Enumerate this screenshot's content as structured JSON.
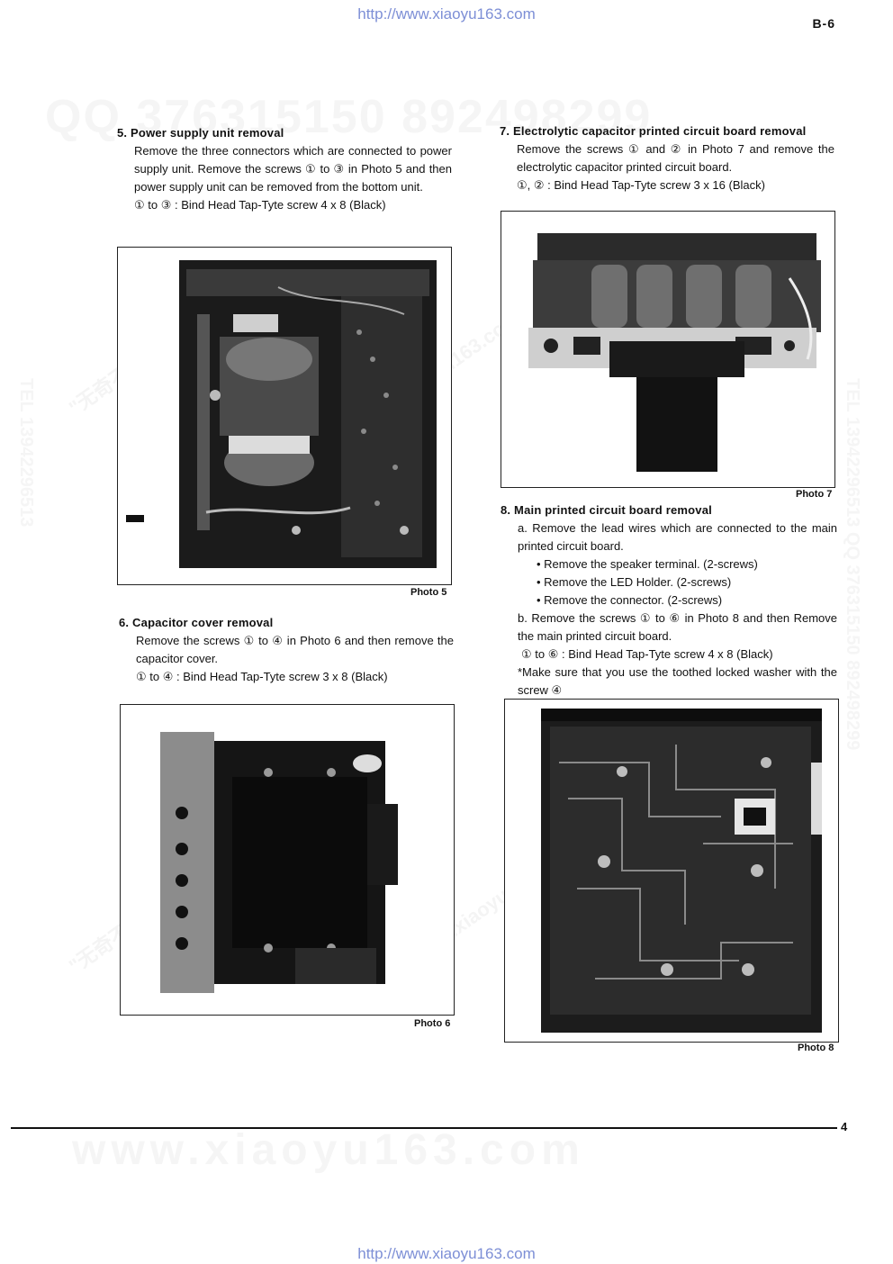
{
  "header": {
    "url_top": "http://www.xiaoyu163.com",
    "page_code": "B-6"
  },
  "footer": {
    "url_bottom": "http://www.xiaoyu163.com",
    "page_number": "4"
  },
  "watermarks": {
    "qq": "QQ 376315150   892498299",
    "www": "www.xiaoyu163.com",
    "side_right": "TEL 13942296513   QQ 376315150   892498299",
    "side_left": "TEL 13942296513",
    "diag1": "\"无奇不有\" 电路图网",
    "diag2": "www.xiaoyu163.com",
    "diag3": "\"无奇不有\" 电路图网",
    "diag4": "www.xiaoyu163.com"
  },
  "sections": {
    "s5": {
      "title": "5.  Power supply unit removal",
      "body": "Remove the three connectors which are connected to power supply unit. Remove the screws ① to ③ in Photo 5 and then power supply unit can be removed from the bottom unit.",
      "note": "① to ③ :  Bind Head Tap-Tyte screw 4 x 8 (Black)"
    },
    "s6": {
      "title": "6.  Capacitor cover removal",
      "body": "Remove the screws ① to ④ in Photo 6 and then remove the capacitor cover.",
      "note": "① to ④ :  Bind Head Tap-Tyte screw 3 x 8 (Black)"
    },
    "s7": {
      "title": "7.  Electrolytic capacitor printed circuit board removal",
      "body": "Remove the screws ① and ② in Photo 7 and remove the electrolytic capacitor printed circuit board.",
      "note": "①, ② : Bind Head Tap-Tyte screw 3 x 16 (Black)"
    },
    "s8": {
      "title": "8.  Main printed circuit board removal",
      "a": "a.  Remove the lead wires which are connected to the main printed circuit board.",
      "bullets": [
        "• Remove the speaker terminal. (2-screws)",
        "• Remove the LED Holder. (2-screws)",
        "• Remove the connector. (2-screws)"
      ],
      "b": "b.  Remove the screws ① to ⑥ in Photo 8 and then Remove the main printed circuit board.",
      "note": "① to ⑥ :  Bind Head Tap-Tyte screw 4 x 8 (Black)",
      "warning": "*Make sure that you use the toothed locked washer with the screw ④"
    }
  },
  "photos": {
    "p5": "Photo 5",
    "p6": "Photo 6",
    "p7": "Photo 7",
    "p8": "Photo 8"
  }
}
